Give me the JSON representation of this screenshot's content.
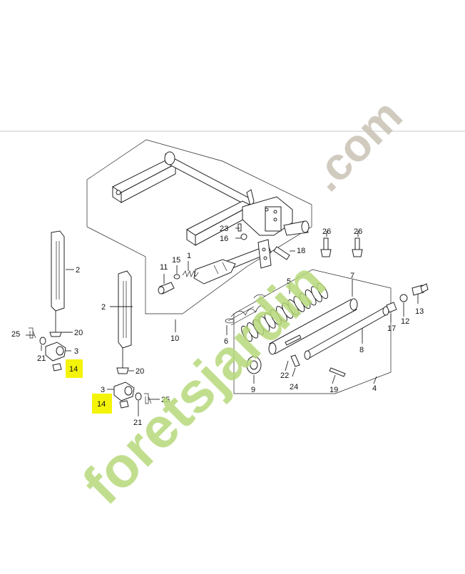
{
  "diagram": {
    "callouts": [
      "1",
      "2",
      "2",
      "3",
      "3",
      "4",
      "5",
      "6",
      "7",
      "8",
      "9",
      "10",
      "11",
      "12",
      "13",
      "14",
      "14",
      "15",
      "16",
      "17",
      "18",
      "19",
      "20",
      "20",
      "21",
      "21",
      "22",
      "23",
      "24",
      "25",
      "25",
      "26",
      "26"
    ],
    "highlight_color": "#f4f40a",
    "line_color": "#222222"
  },
  "watermark": {
    "text_main": "foretsjardin",
    "text_tld": ".com",
    "color_main": "#b6d97a",
    "color_tld": "#c8c1b4"
  }
}
